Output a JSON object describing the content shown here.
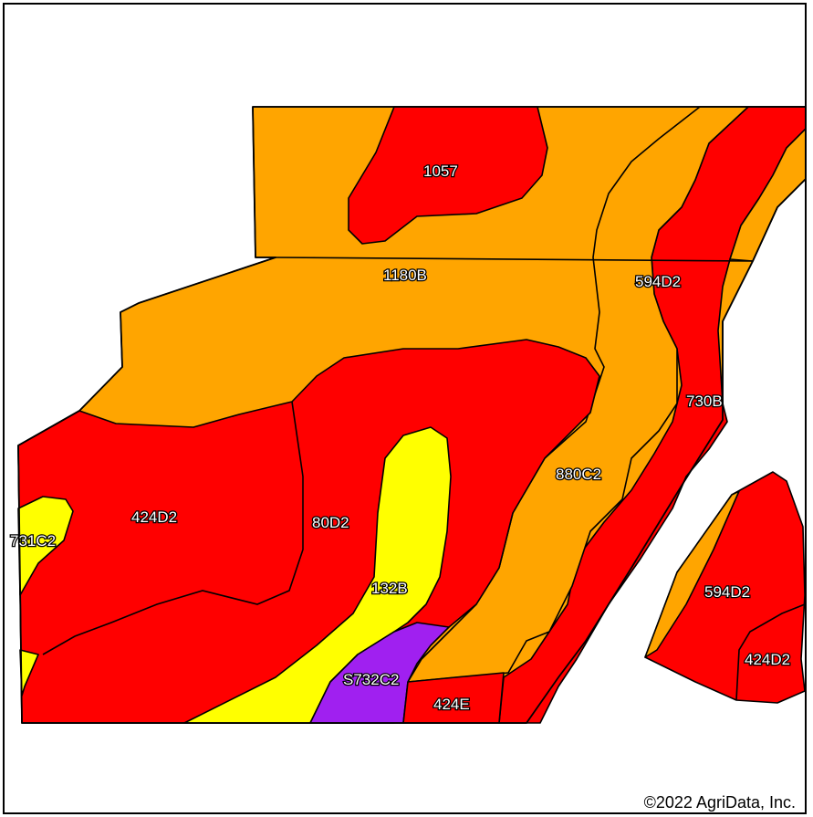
{
  "map": {
    "copyright": "©2022 AgriData, Inc.",
    "colors": {
      "red": "#ff0000",
      "orange": "#ffa500",
      "yellow": "#ffff00",
      "purple": "#a020f0",
      "outline": "#000000"
    },
    "labels": {
      "u1057": "1057",
      "u1180b": "1180B",
      "u594d2_north": "594D2",
      "u730b": "730B",
      "u880c2": "880C2",
      "u424d2_west": "424D2",
      "u731c2": "731C2",
      "u80d2": "80D2",
      "u132b": "132B",
      "us732c2": "S732C2",
      "u424e": "424E",
      "u594d2_east": "594D2",
      "u424d2_east": "424D2"
    }
  }
}
